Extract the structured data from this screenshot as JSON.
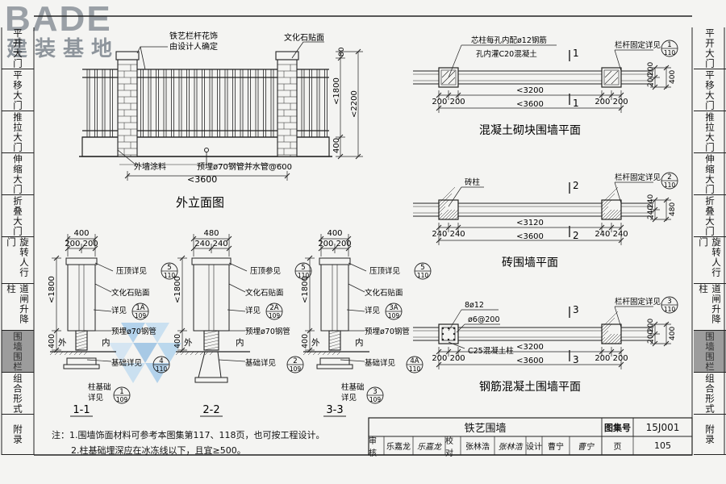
{
  "logo": {
    "line1": "BADE",
    "line2": "建装基地"
  },
  "sidebar": {
    "left": [
      "平开大门",
      "平移大门",
      "推拉大门",
      "伸缩大门",
      "折叠大门",
      "旋转人行门",
      "道闸升降柱",
      "围墙围栏",
      "组合形式",
      "附录"
    ],
    "right": [
      "平开大门",
      "平移大门",
      "推拉大门",
      "伸缩大门",
      "折叠大门",
      "旋转人行门",
      "道闸升降柱",
      "围墙围栏",
      "组合形式",
      "附录"
    ],
    "active_index": 7
  },
  "elevation": {
    "label_ornament_1": "铁艺栏杆花饰",
    "label_ornament_2": "由设计人确定",
    "label_stone": "文化石贴面",
    "label_paint": "外墙涂料",
    "label_pipe": "预埋ø70钢管并水管@600",
    "dim_80": "80",
    "dim_1800": "<1800",
    "dim_2200": "<2200",
    "dim_400": "400",
    "dim_3600": "<3600",
    "title": "外立面图"
  },
  "sections": {
    "s1": {
      "w_total": "400",
      "w_parts": "200 200",
      "h": "<1800",
      "h2": "400",
      "outside": "外",
      "inside": "内",
      "cap": "压顶详见",
      "cap_ref": {
        "top": "5",
        "bot": "110"
      },
      "stone": "文化石贴面",
      "detail": "详见",
      "detail_ref": {
        "top": "1A",
        "bot": "109"
      },
      "pipe": "预埋ø70钢管",
      "found": "基础详见",
      "found_ref": {
        "top": "4",
        "bot": "110"
      },
      "colfound": "柱基础",
      "colfound2": "详见",
      "colfound_ref": {
        "top": "1",
        "bot": "109"
      },
      "title": "1-1"
    },
    "s2": {
      "w_total": "480",
      "w_parts": "240 240",
      "h": "<1800",
      "h2": "400",
      "outside": "外",
      "inside": "内",
      "cap": "压顶参见",
      "cap_ref": {
        "top": "5",
        "bot": "110"
      },
      "stone": "文化石贴面",
      "detail": "详见",
      "detail_ref": {
        "top": "2A",
        "bot": "109"
      },
      "pipe": "预埋ø70钢管",
      "found": "基础详见",
      "found_ref": {
        "top": "2",
        "bot": "109"
      },
      "title": "2-2"
    },
    "s3": {
      "w_total": "400",
      "w_parts": "200 200",
      "h": "<1800",
      "h2": "400",
      "outside": "外",
      "inside": "内",
      "cap": "压顶详见",
      "cap_ref": {
        "top": "5",
        "bot": "110"
      },
      "stone": "文化石贴面",
      "detail": "详见",
      "detail_ref": {
        "top": "3A",
        "bot": "109"
      },
      "pipe": "预埋ø70钢管",
      "found": "基础详见",
      "found_ref": {
        "top": "4A",
        "bot": "110"
      },
      "colfound": "柱基础",
      "colfound2": "详见",
      "colfound_ref": {
        "top": "3",
        "bot": "109"
      },
      "title": "3-3"
    }
  },
  "plans": {
    "p1": {
      "note1": "芯柱每孔内配ø12钢筋",
      "note2": "孔内灌C20混凝土",
      "rail": "栏杆固定详见",
      "rail_ref": {
        "top": "1",
        "bot": "110"
      },
      "cut": "1",
      "dims_side": [
        "200",
        "400"
      ],
      "w_left": "200 200",
      "w_right": "200 200",
      "span": "<3200",
      "total": "<3600",
      "title": "混凝土砌块围墙平面"
    },
    "p2": {
      "note1": "砖柱",
      "rail": "栏杆固定详见",
      "rail_ref": {
        "top": "2",
        "bot": "110"
      },
      "cut": "2",
      "dims_side": [
        "240",
        "480"
      ],
      "w_left": "240 240",
      "w_right": "240 240",
      "span": "<3120",
      "total": "<3600",
      "title": "砖围墙平面"
    },
    "p3": {
      "note1": "8ø12",
      "note2": "ø6@200",
      "note3": "C25混凝土柱",
      "rail": "栏杆固定详见",
      "rail_ref": {
        "top": "3",
        "bot": "110"
      },
      "cut": "3",
      "dims_side": [
        "200",
        "400"
      ],
      "w_left": "200 200",
      "w_right": "200 200",
      "span": "<3200",
      "total": "<3600",
      "title": "钢筋混凝土围墙平面"
    }
  },
  "notes": {
    "line1": "注：1.围墙饰面材料可参考本图集第117、118页，也可按工程设计。",
    "line2": "2.柱基础埋深应在冰冻线以下，且宜≥500。"
  },
  "title_block": {
    "drawing_title": "铁艺围墙",
    "atlas_label": "图集号",
    "atlas_no": "15J001",
    "review_label": "审核",
    "reviewer": "乐嘉龙",
    "reviewer_sign": "乐嘉龙",
    "check_label": "校对",
    "checker": "张林浩",
    "checker_sign": "张林浩",
    "design_label": "设计",
    "designer": "曹宁",
    "designer_sign": "曹宁",
    "page_label": "页",
    "page_no": "105"
  }
}
